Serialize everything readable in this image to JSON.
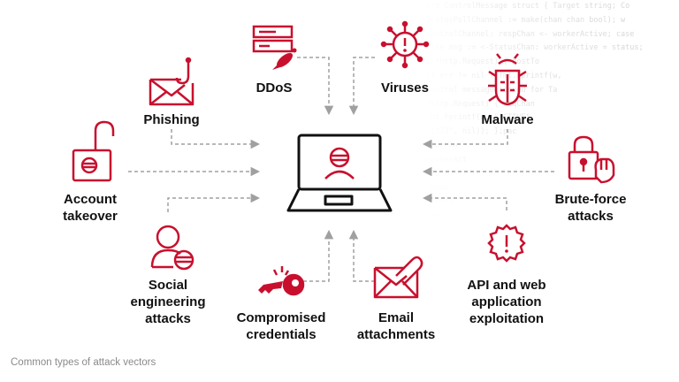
{
  "diagram": {
    "center": "laptop-icon",
    "accent_color": "#c8102e",
    "arrow_color": "#a0a0a0",
    "vectors": [
      {
        "key": "ddos",
        "label": "DDoS",
        "icon": "server-rocket-icon"
      },
      {
        "key": "viruses",
        "label": "Viruses",
        "icon": "virus-icon"
      },
      {
        "key": "phishing",
        "label": "Phishing",
        "icon": "envelope-hook-icon"
      },
      {
        "key": "malware",
        "label": "Malware",
        "icon": "bug-icon"
      },
      {
        "key": "account_takeover",
        "label": "Account\ntakeover",
        "icon": "unlocked-padlock-icon"
      },
      {
        "key": "brute_force",
        "label": "Brute-force\nattacks",
        "icon": "padlock-fist-icon"
      },
      {
        "key": "social_engineering",
        "label": "Social\nengineering\nattacks",
        "icon": "masked-user-icon"
      },
      {
        "key": "compromised_credentials",
        "label": "Compromised\ncredentials",
        "icon": "broken-key-icon"
      },
      {
        "key": "email_attachments",
        "label": "Email\nattachments",
        "icon": "email-attachment-icon"
      },
      {
        "key": "api_exploitation",
        "label": "API and web\napplication\nexploitation",
        "icon": "warning-gear-icon"
      }
    ],
    "background_code": [
      "ore ControlMessage struct { Target string; Co",
      "  StatusPollChannel := make(chan chan bool); w",
      "  controlChannel: respChan <- workerActive; case",
      "  case msg := <-StatusChan: workerActive = status;",
      "  r *http.Request) { hostTo",
      "  if err != nil { fmt.Fprintf(w,",
      "  Control message issued for Ta",
      "  *http.Request) { reqChan",
      "  fmt.Fprintf(w, \"ACTIVE\"",
      "  :1337\", nil)); };pac",
      "  func ma",
      "  workerAct",
      "  msg =",
      "  admin",
      "  Tokens",
      "  fmt."
    ]
  },
  "caption": "Common types of attack vectors"
}
